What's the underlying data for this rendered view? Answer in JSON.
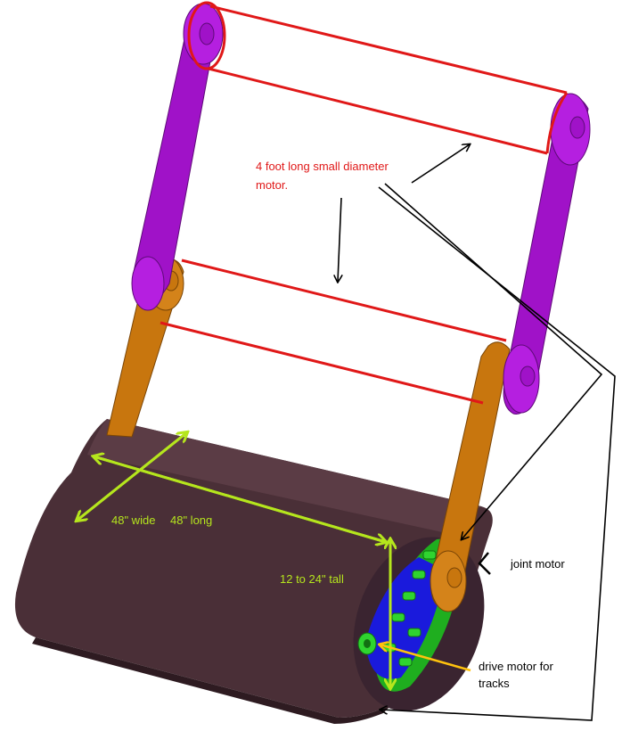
{
  "annotations": {
    "motor_line1": "4 foot long small diameter",
    "motor_line2": "motor.",
    "width": "48\" wide",
    "length": "48\" long",
    "height": "12 to 24\" tall",
    "joint_motor": "joint motor",
    "drive_line1": "drive motor for",
    "drive_line2": "tracks"
  },
  "colors": {
    "upper_arm": "#a012c8",
    "lower_arm": "#c8760e",
    "body": "#4a2f37",
    "track_drive": "#1a1adc",
    "track_green": "#1fae1f",
    "motor_outline": "#e01818",
    "dimension_arrow": "#b5e61d",
    "drive_pointer": "#ffc20e",
    "pointer": "#000000"
  }
}
